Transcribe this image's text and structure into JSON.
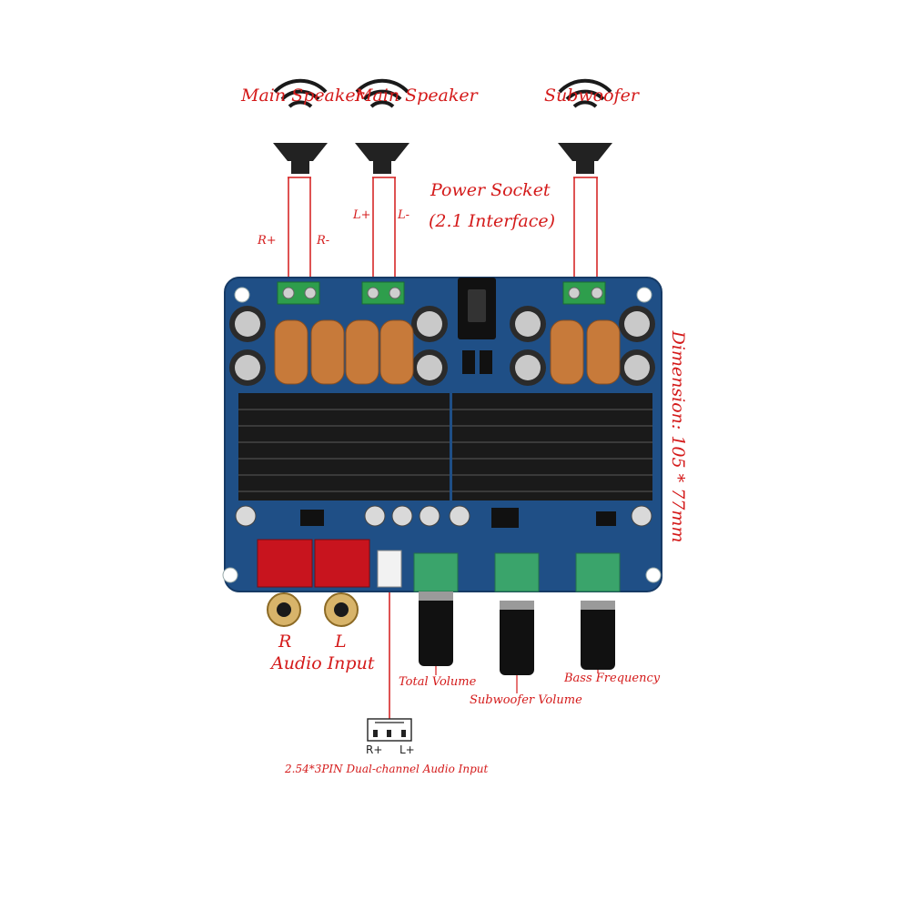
{
  "labels": {
    "main_speaker_right": "Main Speaker",
    "main_speaker_left": "Main Speaker",
    "subwoofer": "Subwoofer",
    "power_socket_line1": "Power Socket",
    "power_socket_line2": "(2.1 Interface)",
    "terminal_r_plus": "R+",
    "terminal_r_minus": "R-",
    "terminal_l_plus": "L+",
    "terminal_l_minus": "L-",
    "dimension": "Dimension: 105 * 77mm",
    "rca_r": "R",
    "rca_l": "L",
    "audio_input": "Audio Input",
    "total_volume": "Total Volume",
    "subwoofer_volume": "Subwoofer Volume",
    "bass_frequency": "Bass Frequency",
    "pin_header_title": "2.54*3PIN Dual-channel Audio Input",
    "pin_r_plus": "R+",
    "pin_l_plus": "L+"
  },
  "colors": {
    "annotation": "#d41a1a",
    "pcb": "#1f4f86",
    "heatsink": "#1a1a1a",
    "terminal_block": "#2e9e4c",
    "potentiometer": "#3aa46b",
    "rca_housing": "#c8141e",
    "inductor_copper": "#c77a3a"
  },
  "icons": [
    "speaker-icon",
    "speaker-icon",
    "speaker-icon"
  ]
}
